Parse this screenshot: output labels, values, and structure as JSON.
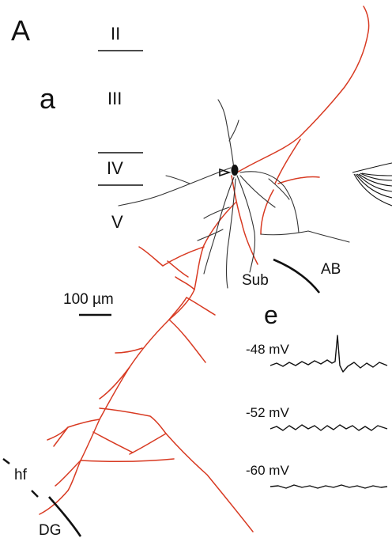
{
  "figure": {
    "panel_main": "A",
    "panel_sub": "a",
    "panel_traces": "e",
    "colors": {
      "axon": "#d83a22",
      "dendrite": "#333333",
      "ink": "#111111"
    }
  },
  "layers": [
    "II",
    "III",
    "IV",
    "V"
  ],
  "regions": {
    "subiculum": "Sub",
    "angular_bundle": "AB",
    "hippocampal_fissure": "hf",
    "dentate_gyrus": "DG"
  },
  "scale_bar": {
    "label": "100 µm"
  },
  "traces": [
    {
      "label": "-48 mV",
      "spike": true
    },
    {
      "label": "-52 mV",
      "spike": false
    },
    {
      "label": "-60 mV",
      "spike": false
    }
  ]
}
